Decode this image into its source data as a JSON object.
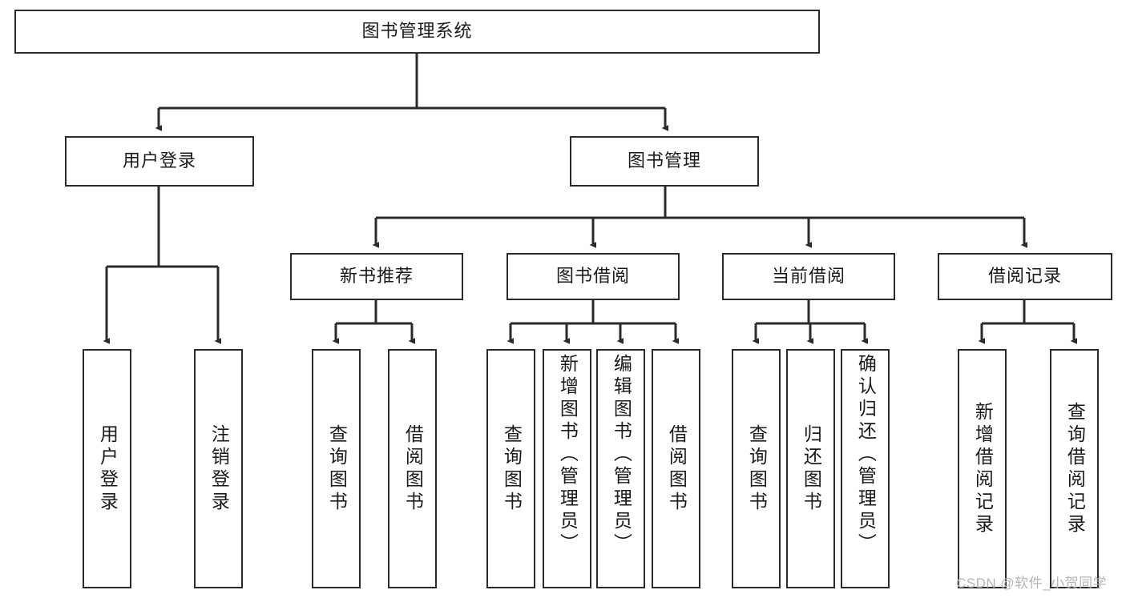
{
  "diagram": {
    "type": "hierarchy-tree",
    "title": "图书管理系统",
    "levels": 4,
    "root": {
      "id": "root",
      "label": "图书管理系统"
    },
    "level2": [
      {
        "id": "user-login",
        "label": "用户登录"
      },
      {
        "id": "book-management",
        "label": "图书管理"
      }
    ],
    "level3": [
      {
        "id": "new-book-recommend",
        "label": "新书推荐",
        "parent": "book-management"
      },
      {
        "id": "book-borrow",
        "label": "图书借阅",
        "parent": "book-management"
      },
      {
        "id": "current-borrow",
        "label": "当前借阅",
        "parent": "book-management"
      },
      {
        "id": "borrow-record",
        "label": "借阅记录",
        "parent": "book-management"
      }
    ],
    "leaves": [
      {
        "id": "leaf-user-login",
        "label": "用户登录",
        "parent": "user-login"
      },
      {
        "id": "leaf-logout-login",
        "label": "注销登录",
        "parent": "user-login"
      },
      {
        "id": "leaf-query-book-1",
        "label": "查询图书",
        "parent": "new-book-recommend"
      },
      {
        "id": "leaf-borrow-book-1",
        "label": "借阅图书",
        "parent": "new-book-recommend"
      },
      {
        "id": "leaf-query-book-2",
        "label": "查询图书",
        "parent": "book-borrow"
      },
      {
        "id": "leaf-add-book",
        "label": "新增图书（管理员）",
        "parent": "book-borrow"
      },
      {
        "id": "leaf-edit-book",
        "label": "编辑图书（管理员）",
        "parent": "book-borrow"
      },
      {
        "id": "leaf-borrow-book-2",
        "label": "借阅图书",
        "parent": "book-borrow"
      },
      {
        "id": "leaf-query-book-3",
        "label": "查询图书",
        "parent": "current-borrow"
      },
      {
        "id": "leaf-return-book",
        "label": "归还图书",
        "parent": "current-borrow"
      },
      {
        "id": "leaf-confirm-return",
        "label": "确认归还（管理员）",
        "parent": "current-borrow"
      },
      {
        "id": "leaf-add-record",
        "label": "新增借阅记录",
        "parent": "borrow-record"
      },
      {
        "id": "leaf-query-record",
        "label": "查询借阅记录",
        "parent": "borrow-record"
      }
    ],
    "colors": {
      "stroke": "#2b2b2b",
      "fill": "#ffffff",
      "text": "#1a1a1a",
      "watermark": "#b4b4b4"
    }
  },
  "watermark": {
    "text": "CSDN @软件_小贺同学"
  }
}
